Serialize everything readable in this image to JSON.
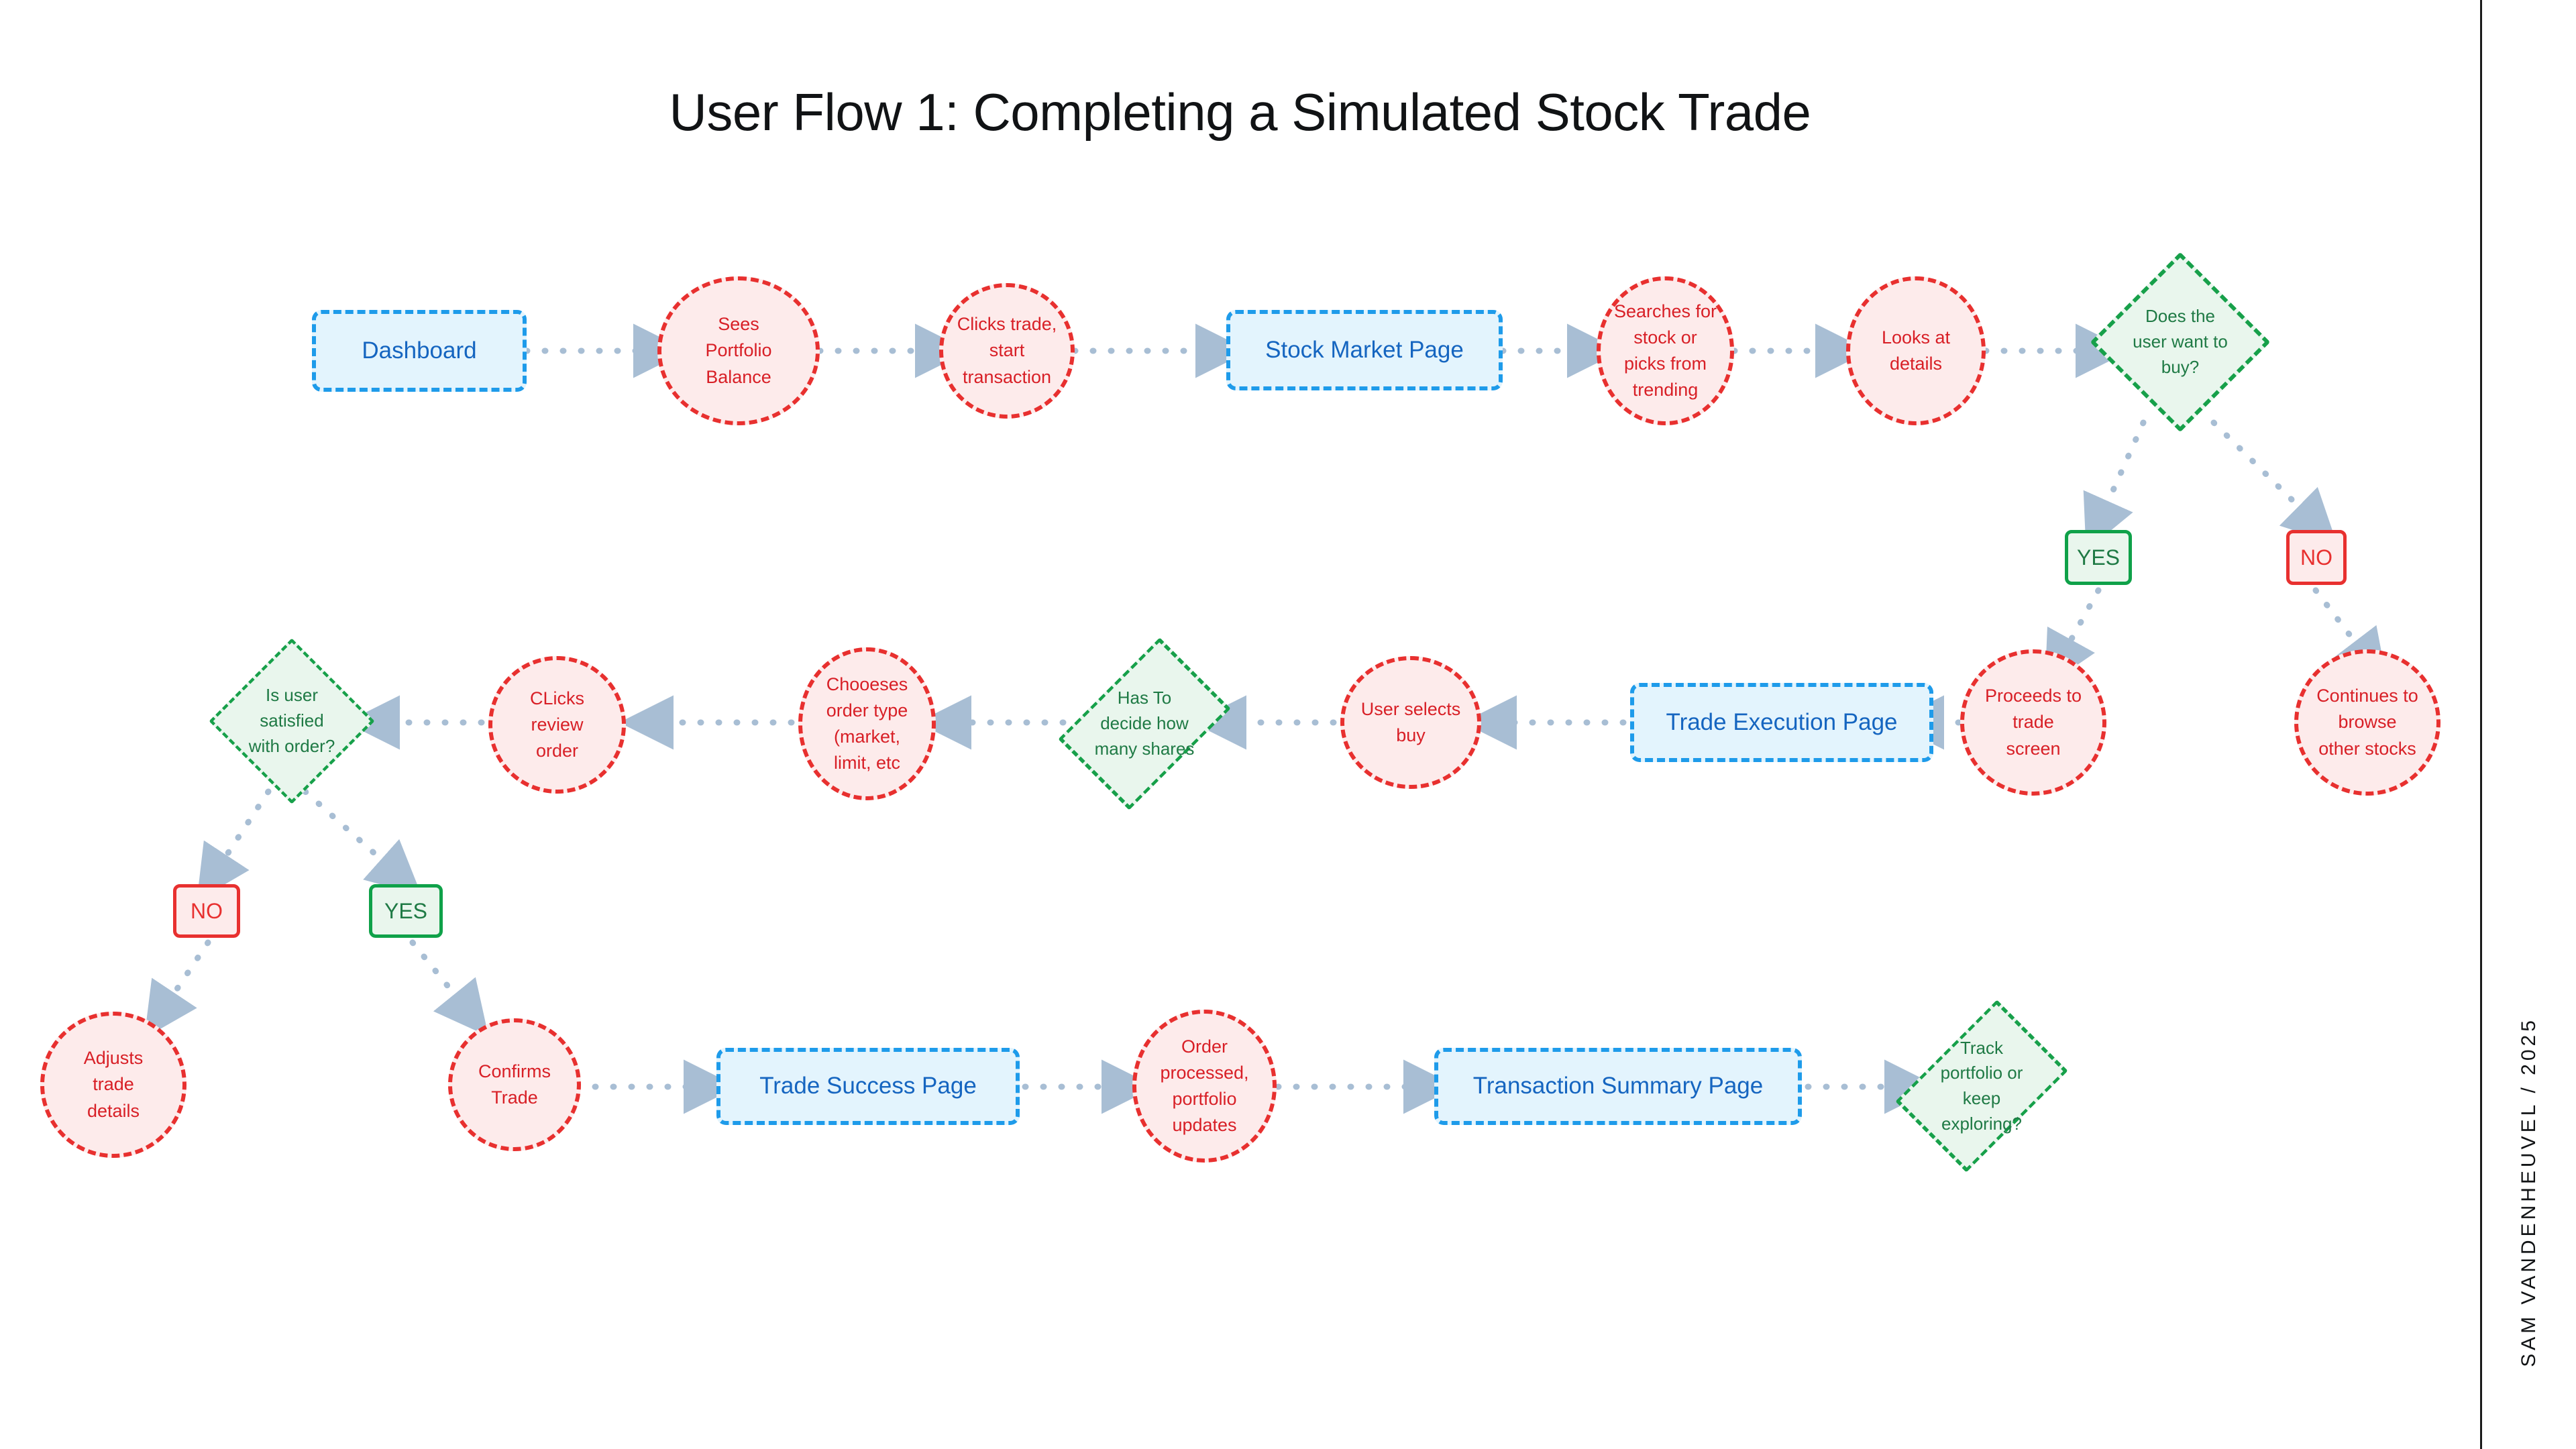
{
  "page": {
    "title": "User Flow 1: Completing a Simulated Stock Trade",
    "credit": "SAM  VANDENHEUVEL  /  2025",
    "background": "#ffffff"
  },
  "palette": {
    "page_fill": "#e3f4fd",
    "page_stroke": "#1e9bea",
    "page_text": "#1565c0",
    "action_fill": "#fdebeb",
    "action_stroke": "#e8302f",
    "action_text": "#d81f26",
    "decision_fill": "#e9f6ed",
    "decision_stroke": "#17a04a",
    "decision_text": "#1f7a45",
    "connector": "#a8bed4",
    "title_text": "#111315"
  },
  "nodes": {
    "dashboard": {
      "label": "Dashboard",
      "type": "page"
    },
    "sees_portfolio_balance": {
      "label": "Sees Portfolio Balance",
      "type": "action"
    },
    "clicks_trade": {
      "label": "Clicks trade, start transaction",
      "type": "action"
    },
    "stock_market_page": {
      "label": "Stock Market Page",
      "type": "page"
    },
    "searches_stock": {
      "label": "Searches for stock or picks from trending",
      "type": "action"
    },
    "looks_at_details": {
      "label": "Looks at details",
      "type": "action"
    },
    "wants_to_buy": {
      "label": "Does the user want to buy?",
      "type": "decision"
    },
    "buy_yes": {
      "label": "YES",
      "type": "yes"
    },
    "buy_no": {
      "label": "NO",
      "type": "no"
    },
    "proceeds_to_trade": {
      "label": "Proceeds to trade screen",
      "type": "action"
    },
    "continues_browsing": {
      "label": "Continues to browse other stocks",
      "type": "action"
    },
    "trade_execution_page": {
      "label": "Trade Execution Page",
      "type": "page"
    },
    "user_selects_buy": {
      "label": "User selects buy",
      "type": "action"
    },
    "decide_shares": {
      "label": "Has To decide how many shares",
      "type": "decision"
    },
    "chooses_order_type": {
      "label": "Chooeses order type (market, limit, etc",
      "type": "action"
    },
    "clicks_review_order": {
      "label": "CLicks review order",
      "type": "action"
    },
    "satisfied_with_order": {
      "label": "Is user satisfied with order?",
      "type": "decision"
    },
    "satisfied_no": {
      "label": "NO",
      "type": "no"
    },
    "satisfied_yes": {
      "label": "YES",
      "type": "yes"
    },
    "adjusts_trade_details": {
      "label": "Adjusts trade details",
      "type": "action"
    },
    "confirms_trade": {
      "label": "Confirms Trade",
      "type": "action"
    },
    "trade_success_page": {
      "label": "Trade Success Page",
      "type": "page"
    },
    "order_processed": {
      "label": "Order processed, portfolio updates",
      "type": "action"
    },
    "transaction_summary_page": {
      "label": "Transaction Summary Page",
      "type": "page"
    },
    "track_or_explore": {
      "label": "Track portfolio or keep exploring?",
      "type": "decision"
    }
  },
  "edges": [
    {
      "from": "dashboard",
      "to": "sees_portfolio_balance"
    },
    {
      "from": "sees_portfolio_balance",
      "to": "clicks_trade"
    },
    {
      "from": "clicks_trade",
      "to": "stock_market_page"
    },
    {
      "from": "stock_market_page",
      "to": "searches_stock"
    },
    {
      "from": "searches_stock",
      "to": "looks_at_details"
    },
    {
      "from": "looks_at_details",
      "to": "wants_to_buy"
    },
    {
      "from": "wants_to_buy",
      "to": "buy_yes"
    },
    {
      "from": "wants_to_buy",
      "to": "buy_no"
    },
    {
      "from": "buy_yes",
      "to": "proceeds_to_trade"
    },
    {
      "from": "buy_no",
      "to": "continues_browsing"
    },
    {
      "from": "proceeds_to_trade",
      "to": "trade_execution_page"
    },
    {
      "from": "trade_execution_page",
      "to": "user_selects_buy"
    },
    {
      "from": "user_selects_buy",
      "to": "decide_shares"
    },
    {
      "from": "decide_shares",
      "to": "chooses_order_type"
    },
    {
      "from": "chooses_order_type",
      "to": "clicks_review_order"
    },
    {
      "from": "clicks_review_order",
      "to": "satisfied_with_order"
    },
    {
      "from": "satisfied_with_order",
      "to": "satisfied_no"
    },
    {
      "from": "satisfied_with_order",
      "to": "satisfied_yes"
    },
    {
      "from": "satisfied_no",
      "to": "adjusts_trade_details"
    },
    {
      "from": "satisfied_yes",
      "to": "confirms_trade"
    },
    {
      "from": "confirms_trade",
      "to": "trade_success_page"
    },
    {
      "from": "trade_success_page",
      "to": "order_processed"
    },
    {
      "from": "order_processed",
      "to": "transaction_summary_page"
    },
    {
      "from": "transaction_summary_page",
      "to": "track_or_explore"
    }
  ]
}
